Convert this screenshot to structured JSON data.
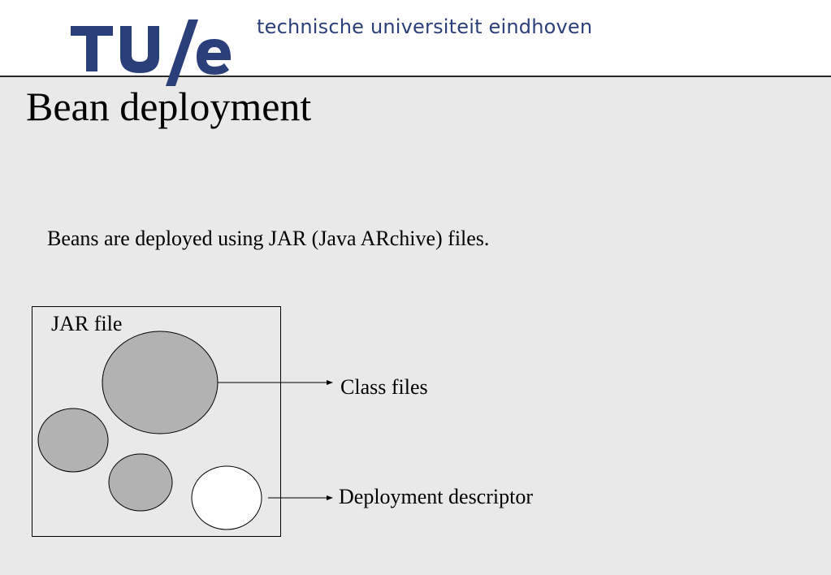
{
  "header": {
    "logo_text": "TU/e",
    "tagline": "technische universiteit eindhoven",
    "brand_color": "#2b3f7a"
  },
  "slide": {
    "title": "Bean deployment",
    "intro": "Beans are deployed using JAR (Java ARchive) files."
  },
  "diagram": {
    "container_label": "JAR file",
    "class_files_label": "Class files",
    "descriptor_label": "Deployment descriptor",
    "class_file_fill": "#b2b2b2",
    "descriptor_fill": "#ffffff"
  }
}
